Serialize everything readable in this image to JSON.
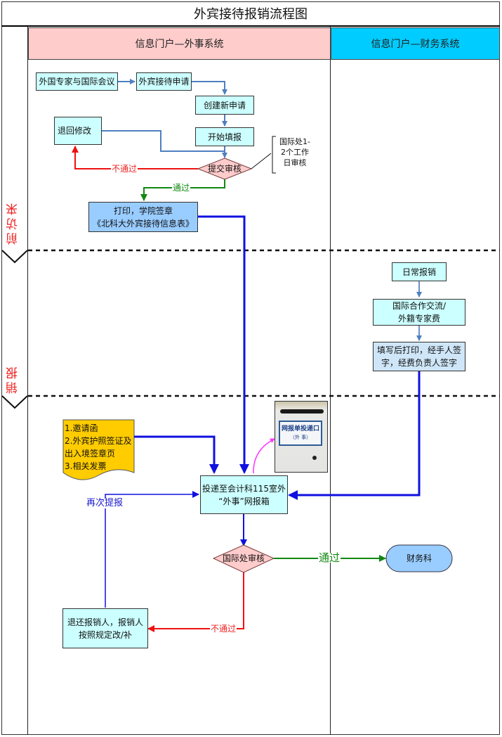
{
  "title": "外宾接待报销流程图",
  "lanes": {
    "left": "信息门户—外事系统",
    "right": "信息门户—财务系统"
  },
  "phases": {
    "before_visit": "前访来",
    "reimburse": "销报"
  },
  "nodes": {
    "foreign_expert": "外国专家与国际会议",
    "reception_apply": "外宾接待申请",
    "create_new": "创建新申请",
    "start_fill": "开始填报",
    "return_modify": "退回修改",
    "submit_review": "提交审核",
    "review_note_line1": "国际处1-",
    "review_note_line2": "2个工作",
    "review_note_line3": "日审核",
    "print_line1": "打印，学院签章",
    "print_line2": "《北科大外宾接待信息表》",
    "daily_reimburse": "日常报销",
    "intl_line1": "国际合作交流/",
    "intl_line2": "外籍专家费",
    "fill_print_line1": "填写后打印，经手人签",
    "fill_print_line2": "字，经费负责人签字",
    "docs_line1": "1.邀请函",
    "docs_line2": "2.外宾护照签证及",
    "docs_line3": "出入境签章页",
    "docs_line4": "3.相关发票",
    "deliver_line1": "投递至会计科115室外",
    "deliver_line2": "“外事”网报箱",
    "intl_review": "国际处审核",
    "finance_dept": "财务科",
    "return_line1": "退还报销人，报销人",
    "return_line2": "按照规定改/补"
  },
  "photo": {
    "plate_title": "网报单投递口",
    "plate_sub": "（外 事）"
  },
  "edge_labels": {
    "fail": "不通过",
    "pass": "通过",
    "resubmit": "再次提报",
    "pass2": "通过",
    "fail2": "不通过"
  },
  "colors": {
    "lane_left": "#ffcccc",
    "lane_right": "#00ccff",
    "process_box": "#ccffff",
    "highlight_box": "#99ccff",
    "decision": "#ffcccc",
    "document": "#ffcc00",
    "arrow_steel": "#4f7fc0",
    "arrow_blue": "#1010e0",
    "arrow_red": "#ee1111",
    "arrow_green": "#118811",
    "arrow_magenta": "#ff33ff"
  }
}
